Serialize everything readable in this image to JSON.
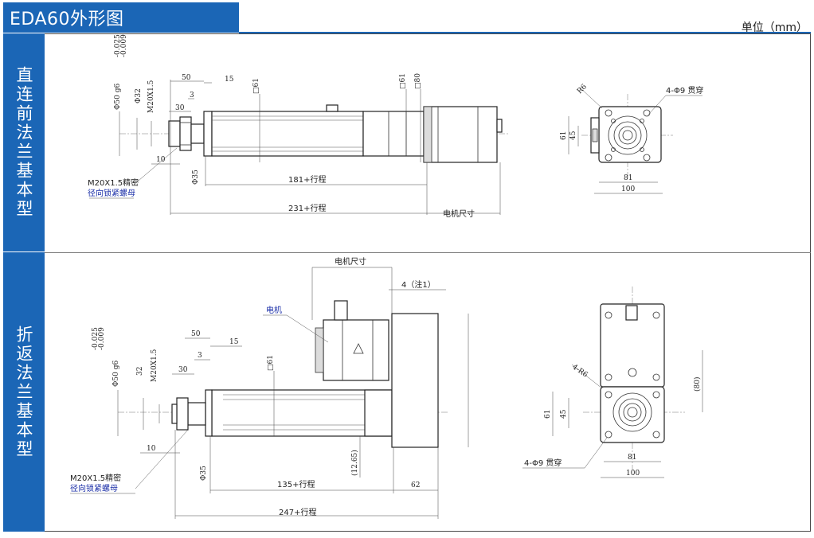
{
  "header": {
    "title": "EDA60外形图",
    "unit": "单位（mm）"
  },
  "sections": [
    {
      "label": "直连前法兰基本型"
    },
    {
      "label": "折返法兰基本型"
    }
  ],
  "direct": {
    "tol_upper": "-0.009",
    "tol_lower": "-0.025",
    "dia50": "Φ50 g6",
    "dia32": "Φ32",
    "thread": "M20X1.5",
    "d50": "50",
    "d15": "15",
    "d3": "3",
    "d30": "30",
    "d10": "10",
    "dia35": "Φ35",
    "sq61a": "□61",
    "sq61b": "□61",
    "sq80": "□80",
    "len181": "181+行程",
    "len231": "231+行程",
    "motor_size": "电机尺寸",
    "nut_line1": "M20X1.5精密",
    "nut_line2": "径向锁紧螺母",
    "r6": "R6",
    "holes": "4-Φ9 贯穿",
    "d61": "61",
    "d45": "45",
    "d81": "81",
    "d100": "100"
  },
  "folded": {
    "motor_size": "电机尺寸",
    "note4": "4（注1）",
    "motor": "电机",
    "tol_upper": "-0.009",
    "tol_lower": "-0.025",
    "dia50": "Φ50 g6",
    "d32": "32",
    "thread": "M20X1.5",
    "d50": "50",
    "d15": "15",
    "d3": "3",
    "d30": "30",
    "sq61": "□61",
    "d10": "10",
    "dia35": "Φ35",
    "d1265": "(12.65)",
    "len135": "135+行程",
    "d62": "62",
    "len247": "247+行程",
    "nut_line1": "M20X1.5精密",
    "nut_line2": "径向锁紧螺母",
    "r6": "4-R6",
    "d80": "(80)",
    "d61": "61",
    "d45": "45",
    "d81": "81",
    "d100": "100",
    "holes": "4-Φ9 贯穿"
  }
}
